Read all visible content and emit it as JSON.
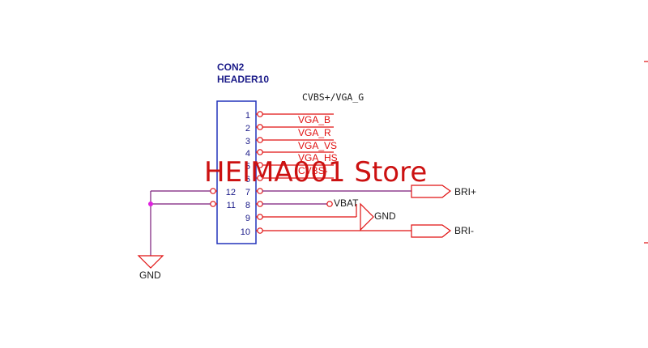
{
  "connector": {
    "ref": "CON2",
    "part": "HEADER10",
    "pins": [
      "1",
      "2",
      "3",
      "4",
      "5",
      "6",
      "7",
      "8",
      "9",
      "10"
    ],
    "side_pins": [
      "12",
      "11"
    ]
  },
  "nets": {
    "cvbs_vga_g": "CVBS+/VGA_G",
    "vga_b": "VGA_B",
    "vga_r": "VGA_R",
    "vga_vs": "VGA_VS",
    "vga_hs": "VGA_HS",
    "cvbs_minus": "CVBS-",
    "vbat": "VBAT",
    "gnd_right": "GND",
    "bri_plus": "BRI+",
    "bri_minus": "BRI-",
    "gnd_left": "GND"
  },
  "watermark": "HEIMA001 Store",
  "colors": {
    "wire_red": "#e01010",
    "wire_purple": "#7a1a7a",
    "body_blue": "#2233bb",
    "text_navy": "#1a1a88",
    "junction": "#e020e0"
  }
}
